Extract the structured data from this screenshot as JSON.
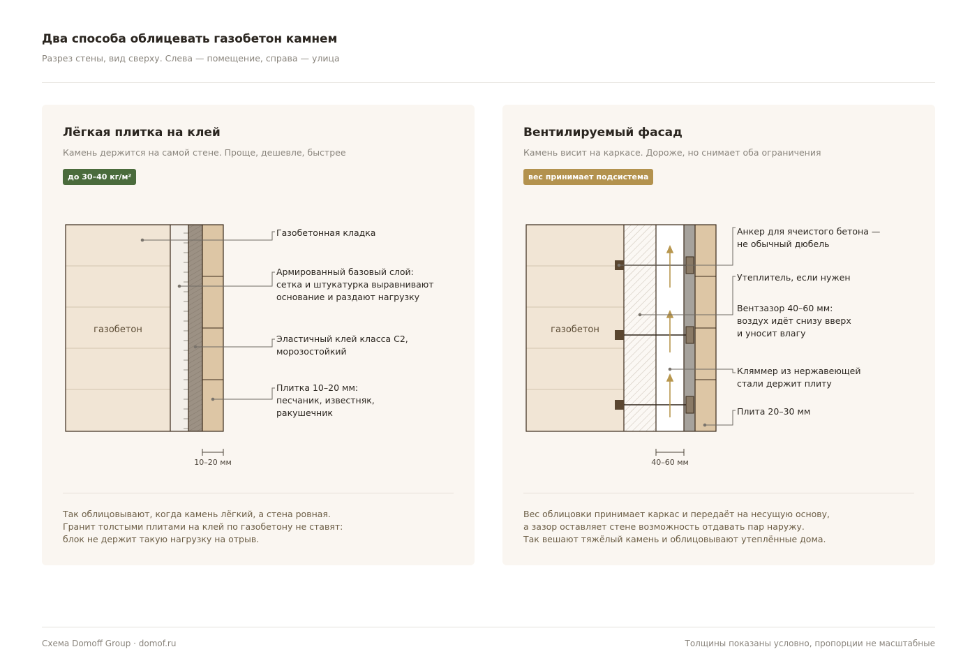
{
  "header": {
    "title": "Два способа облицевать газобетон камнем",
    "subtitle": "Разрез стены, вид сверху. Слева — помещение, справа — улица"
  },
  "left": {
    "title": "Лёгкая плитка на клей",
    "subtitle": "Камень держится на самой стене. Проще, дешевле, быстрее",
    "badge": "до 30–40 кг/м²",
    "wall_label": "газобетон",
    "dimension": "10–20 мм",
    "callouts": [
      [
        "Газобетонная кладка"
      ],
      [
        "Армированный базовый слой:",
        "сетка и штукатурка выравнивают",
        "основание и раздают нагрузку"
      ],
      [
        "Эластичный клей класса С2,",
        "морозостойкий"
      ],
      [
        "Плитка 10–20 мм:",
        "песчаник, известняк,",
        "ракушечник"
      ]
    ],
    "note": [
      "Так облицовывают, когда камень лёгкий, а стена ровная.",
      "Гранит толстыми плитами на клей по газобетону не ставят:",
      "блок не держит такую нагрузку на отрыв."
    ]
  },
  "right": {
    "title": "Вентилируемый фасад",
    "subtitle": "Камень висит на каркасе. Дороже, но снимает оба ограничения",
    "badge": "вес принимает подсистема",
    "wall_label": "газобетон",
    "dimension": "40–60 мм",
    "callouts": [
      [
        "Анкер для ячеистого бетона —",
        "не обычный дюбель"
      ],
      [
        "Утеплитель, если нужен"
      ],
      [
        "Вентзазор 40–60 мм:",
        "воздух идёт снизу вверх",
        "и уносит влагу"
      ],
      [
        "Кляммер из нержавеющей",
        "стали держит плиту"
      ],
      [
        "Плита 20–30 мм"
      ]
    ],
    "note": [
      "Вес облицовки принимает каркас и передаёт на несущую основу,",
      "а зазор оставляет стене возможность отдавать пар наружу.",
      "Так вешают тяжёлый камень и облицовывают утеплённые дома."
    ]
  },
  "footer": {
    "left": "Схема Domoff Group · domof.ru",
    "right": "Толщины показаны условно, пропорции не масштабные"
  },
  "colors": {
    "block": "#f1e5d5",
    "tile": "#ddc6a5",
    "glue": "#9c9184",
    "mesh": "#f3efe9",
    "frame": "#a6a29c",
    "outline": "#3a2a1a",
    "anchor": "#5a4630",
    "arrow": "#b8974f",
    "leader": "#6f6a63"
  }
}
